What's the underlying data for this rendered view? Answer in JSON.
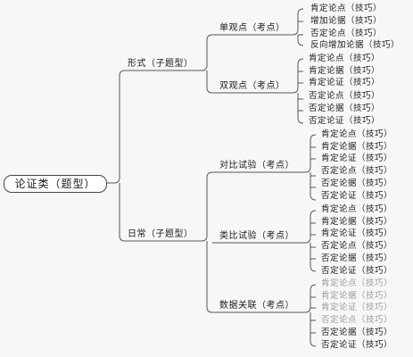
{
  "root": {
    "label": "论证类（题型）"
  },
  "subtypes": [
    {
      "label": "形式（子题型）",
      "points": [
        {
          "label": "单观点（考点）",
          "skills": [
            "肯定论点（技巧）",
            "增加论据（技巧）",
            "否定论点（技巧）",
            "反向增加论据（技巧）"
          ]
        },
        {
          "label": "双观点（考点）",
          "skills": [
            "肯定论点（技巧）",
            "肯定论据（技巧）",
            "肯定论证（技巧）",
            "否定论点（技巧）",
            "否定论据（技巧）",
            "否定论证（技巧）"
          ]
        }
      ]
    },
    {
      "label": "日常（子题型）",
      "points": [
        {
          "label": "对比试验（考点）",
          "skills": [
            "肯定论点（技巧）",
            "肯定论据（技巧）",
            "肯定论证（技巧）",
            "否定论点（技巧）",
            "否定论据（技巧）",
            "否定论证（技巧）"
          ]
        },
        {
          "label": "类比试验（考点）",
          "skills": [
            "肯定论点（技巧）",
            "肯定论据（技巧）",
            "肯定论证（技巧）",
            "否定论点（技巧）",
            "否定论据（技巧）",
            "否定论证（技巧）"
          ]
        },
        {
          "label": "数据关联（考点）",
          "skills": [
            "肯定论点（技巧）",
            "肯定论据（技巧）",
            "肯定论证（技巧）",
            "否定论点（技巧）",
            "否定论据（技巧）",
            "否定论证（技巧）"
          ]
        }
      ]
    }
  ],
  "colors": {
    "line": "#555555",
    "text": "#1a1a1a",
    "faded_text": "#9a9a9a"
  }
}
